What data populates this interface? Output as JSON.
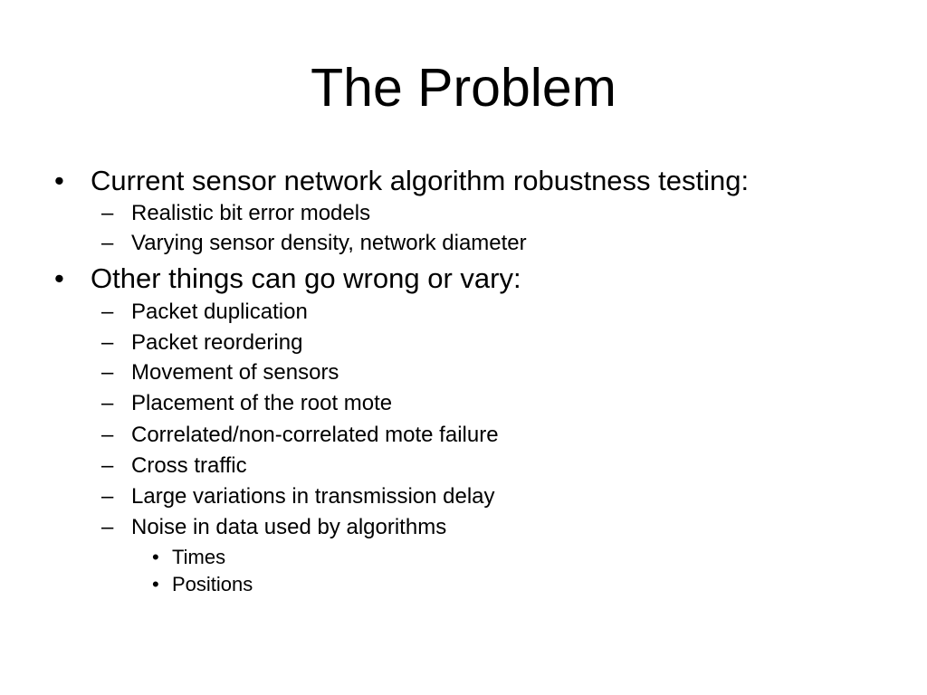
{
  "slide": {
    "title": "The Problem",
    "items": [
      {
        "level": 1,
        "marker": "•",
        "text": "Current sensor network algorithm robustness testing:"
      },
      {
        "level": 2,
        "marker": "–",
        "text": "Realistic bit error models"
      },
      {
        "level": 2,
        "marker": "–",
        "text": "Varying sensor density, network diameter"
      },
      {
        "level": 1,
        "marker": "•",
        "text": "Other things can go wrong or vary:"
      },
      {
        "level": 2,
        "marker": "–",
        "text": "Packet duplication"
      },
      {
        "level": 2,
        "marker": "–",
        "text": "Packet reordering"
      },
      {
        "level": 2,
        "marker": "–",
        "text": "Movement of sensors"
      },
      {
        "level": 2,
        "marker": "–",
        "text": "Placement of the root mote"
      },
      {
        "level": 2,
        "marker": "–",
        "text": "Correlated/non-correlated mote failure"
      },
      {
        "level": 2,
        "marker": "–",
        "text": "Cross traffic"
      },
      {
        "level": 2,
        "marker": "–",
        "text": "Large variations in transmission delay"
      },
      {
        "level": 2,
        "marker": "–",
        "text": "Noise in data used by algorithms"
      },
      {
        "level": 3,
        "marker": "•",
        "text": "Times"
      },
      {
        "level": 3,
        "marker": "•",
        "text": "Positions"
      }
    ]
  }
}
